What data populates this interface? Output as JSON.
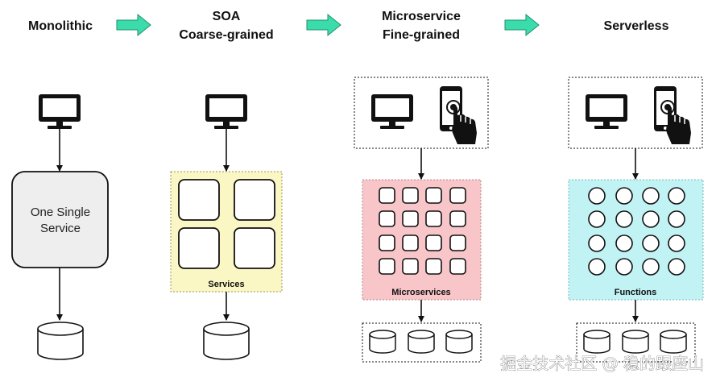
{
  "stages": [
    {
      "title_line1": "Monolithic",
      "title_line2": "",
      "box_label_line1": "One Single",
      "box_label_line2": "Service"
    },
    {
      "title_line1": "SOA",
      "title_line2": "Coarse-grained",
      "container_label": "Services"
    },
    {
      "title_line1": "Microservice",
      "title_line2": "Fine-grained",
      "container_label": "Microservices"
    },
    {
      "title_line1": "Serverless",
      "title_line2": "",
      "container_label": "Functions"
    }
  ],
  "watermark": "掘金技术社区 @ 稳的跟座山",
  "colors": {
    "arrow": "#3bdcab",
    "soa_fill": "#fbf7c4",
    "soa_border": "#c9c06a",
    "micro_fill": "#f8c5c9",
    "serverless_fill": "#c2f3f4",
    "mono_fill": "#eeeeee"
  }
}
